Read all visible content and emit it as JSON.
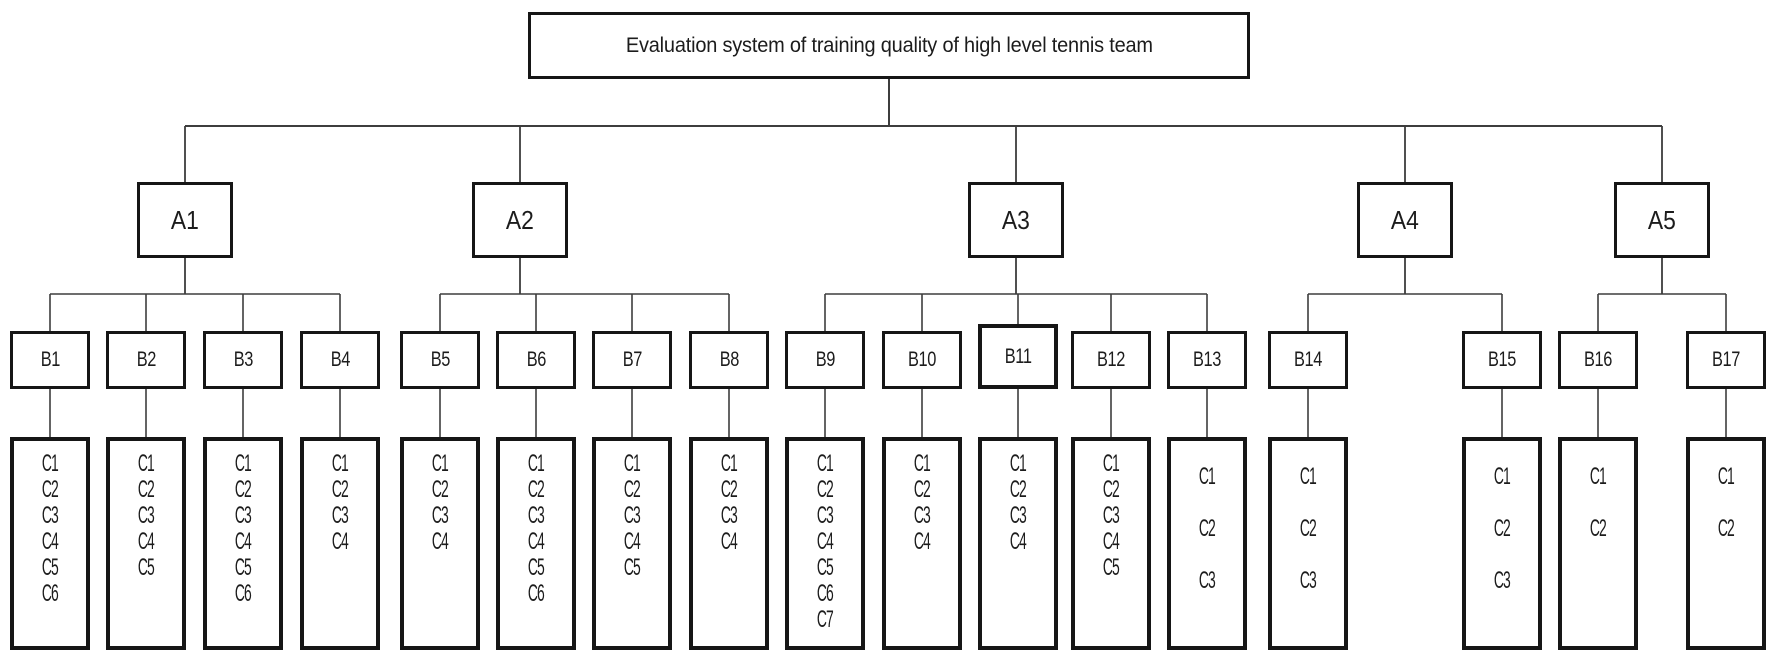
{
  "title": "Evaluation system of training quality of high level tennis team",
  "colors": {
    "background": "#ffffff",
    "box_border": "#161616",
    "connector": "#3d3d3d",
    "text": "#1c1c1c"
  },
  "tree": {
    "groups": [
      {
        "label": "A1",
        "children": [
          {
            "label": "B1",
            "items": [
              "C1",
              "C2",
              "C3",
              "C4",
              "C5",
              "C6"
            ]
          },
          {
            "label": "B2",
            "items": [
              "C1",
              "C2",
              "C3",
              "C4",
              "C5"
            ]
          },
          {
            "label": "B3",
            "items": [
              "C1",
              "C2",
              "C3",
              "C4",
              "C5",
              "C6"
            ]
          },
          {
            "label": "B4",
            "items": [
              "C1",
              "C2",
              "C3",
              "C4"
            ]
          }
        ]
      },
      {
        "label": "A2",
        "children": [
          {
            "label": "B5",
            "items": [
              "C1",
              "C2",
              "C3",
              "C4"
            ]
          },
          {
            "label": "B6",
            "items": [
              "C1",
              "C2",
              "C3",
              "C4",
              "C5",
              "C6"
            ]
          },
          {
            "label": "B7",
            "items": [
              "C1",
              "C2",
              "C3",
              "C4",
              "C5"
            ]
          },
          {
            "label": "B8",
            "items": [
              "C1",
              "C2",
              "C3",
              "C4"
            ]
          }
        ]
      },
      {
        "label": "A3",
        "children": [
          {
            "label": "B9",
            "items": [
              "C1",
              "C2",
              "C3",
              "C4",
              "C5",
              "C6",
              "C7"
            ]
          },
          {
            "label": "B10",
            "items": [
              "C1",
              "C2",
              "C3",
              "C4"
            ]
          },
          {
            "label": "B11",
            "items": [
              "C1",
              "C2",
              "C3",
              "C4"
            ]
          },
          {
            "label": "B12",
            "items": [
              "C1",
              "C2",
              "C3",
              "C4",
              "C5"
            ]
          },
          {
            "label": "B13",
            "items": [
              "C1",
              "C2",
              "C3"
            ]
          }
        ]
      },
      {
        "label": "A4",
        "children": [
          {
            "label": "B14",
            "items": [
              "C1",
              "C2",
              "C3"
            ]
          },
          {
            "label": "B15",
            "items": [
              "C1",
              "C2",
              "C3"
            ]
          }
        ]
      },
      {
        "label": "A5",
        "children": [
          {
            "label": "B16",
            "items": [
              "C1",
              "C2"
            ]
          },
          {
            "label": "B17",
            "items": [
              "C1",
              "C2"
            ]
          }
        ]
      }
    ]
  }
}
